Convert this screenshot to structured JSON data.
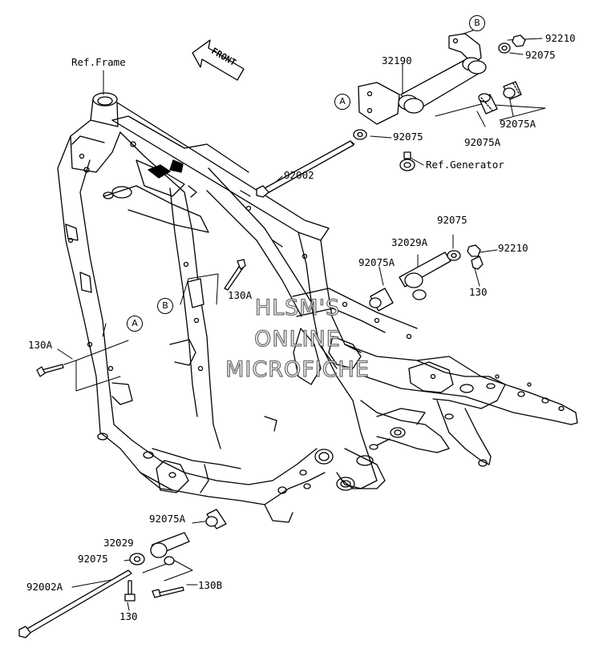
{
  "diagram": {
    "front_label": "FRONT",
    "watermark": [
      "HLSM'S",
      "ONLINE",
      "MICROFICHE"
    ],
    "callouts": {
      "a": "A",
      "b": "B"
    },
    "labels": {
      "ref_frame": "Ref.Frame",
      "ref_generator": "Ref.Generator",
      "p32190": "32190",
      "p92210_top": "92210",
      "p92075_top": "92075",
      "p92075_mid_top": "92075",
      "p92075a_right": "92075A",
      "p92075a_center": "92075A",
      "p92002": "92002",
      "p92075_mid": "92075",
      "p32029a": "32029A",
      "p92210_mid": "92210",
      "p92075a_mid": "92075A",
      "p130_mid": "130",
      "p130a_b": "130A",
      "p130a_left": "130A",
      "p92075a_bottom": "92075A",
      "p32029": "32029",
      "p92075_bottom": "92075",
      "p92002a": "92002A",
      "p130b": "130B",
      "p130_bottom": "130"
    }
  }
}
